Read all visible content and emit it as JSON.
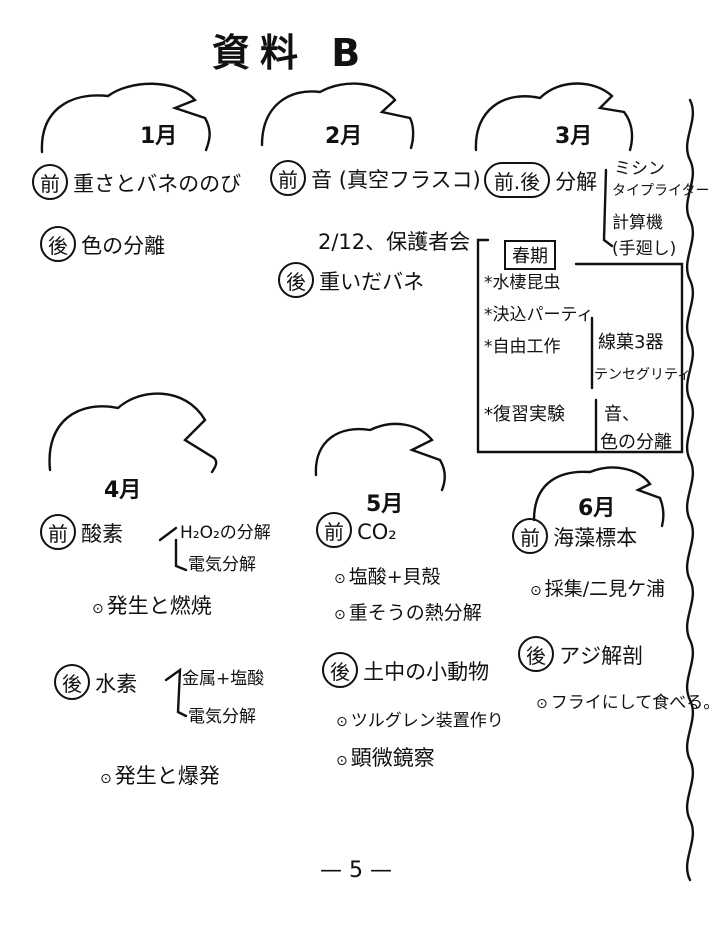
{
  "title": "資料 B",
  "page_number": "— 5 —",
  "m1": {
    "month": "1月",
    "before_tag": "前",
    "before_text": "重さとバネののび",
    "after_tag": "後",
    "after_text": "色の分離"
  },
  "m2": {
    "month": "2月",
    "before_tag": "前",
    "before_text": "音 (真空フラスコ)",
    "note": "2/12、保護者会",
    "after_tag": "後",
    "after_text": "重いだバネ"
  },
  "m3": {
    "month": "3月",
    "tag": "前.後",
    "text": "分解",
    "items": [
      "ミシン",
      "タイプライター",
      "計算機",
      "(手廻し)"
    ],
    "spring": {
      "label": "春期",
      "items": [
        "*水棲昆虫",
        "*決込パーティ",
        "*自由工作",
        "*復習実験"
      ],
      "craft": [
        "線菓3器",
        "テンセグリティ"
      ],
      "review": [
        "音、",
        "色の分離"
      ]
    }
  },
  "m4": {
    "month": "4月",
    "before_tag": "前",
    "before_text": "酸素",
    "before_items": [
      "H₂O₂の分解",
      "電気分解"
    ],
    "before_note": "発生と燃焼",
    "after_tag": "後",
    "after_text": "水素",
    "after_items": [
      "金属+塩酸",
      "電気分解"
    ],
    "after_note": "発生と爆発"
  },
  "m5": {
    "month": "5月",
    "before_tag": "前",
    "before_text": "CO₂",
    "before_items": [
      "塩酸+貝殻",
      "重そうの熱分解"
    ],
    "after_tag": "後",
    "after_text": "土中の小動物",
    "after_items": [
      "ツルグレン装置作り",
      "顕微鏡察"
    ]
  },
  "m6": {
    "month": "6月",
    "before_tag": "前",
    "before_text": "海藻標本",
    "before_items": [
      "採集/二見ケ浦"
    ],
    "after_tag": "後",
    "after_text": "アジ解剖",
    "after_items": [
      "フライにして食べる。"
    ]
  }
}
